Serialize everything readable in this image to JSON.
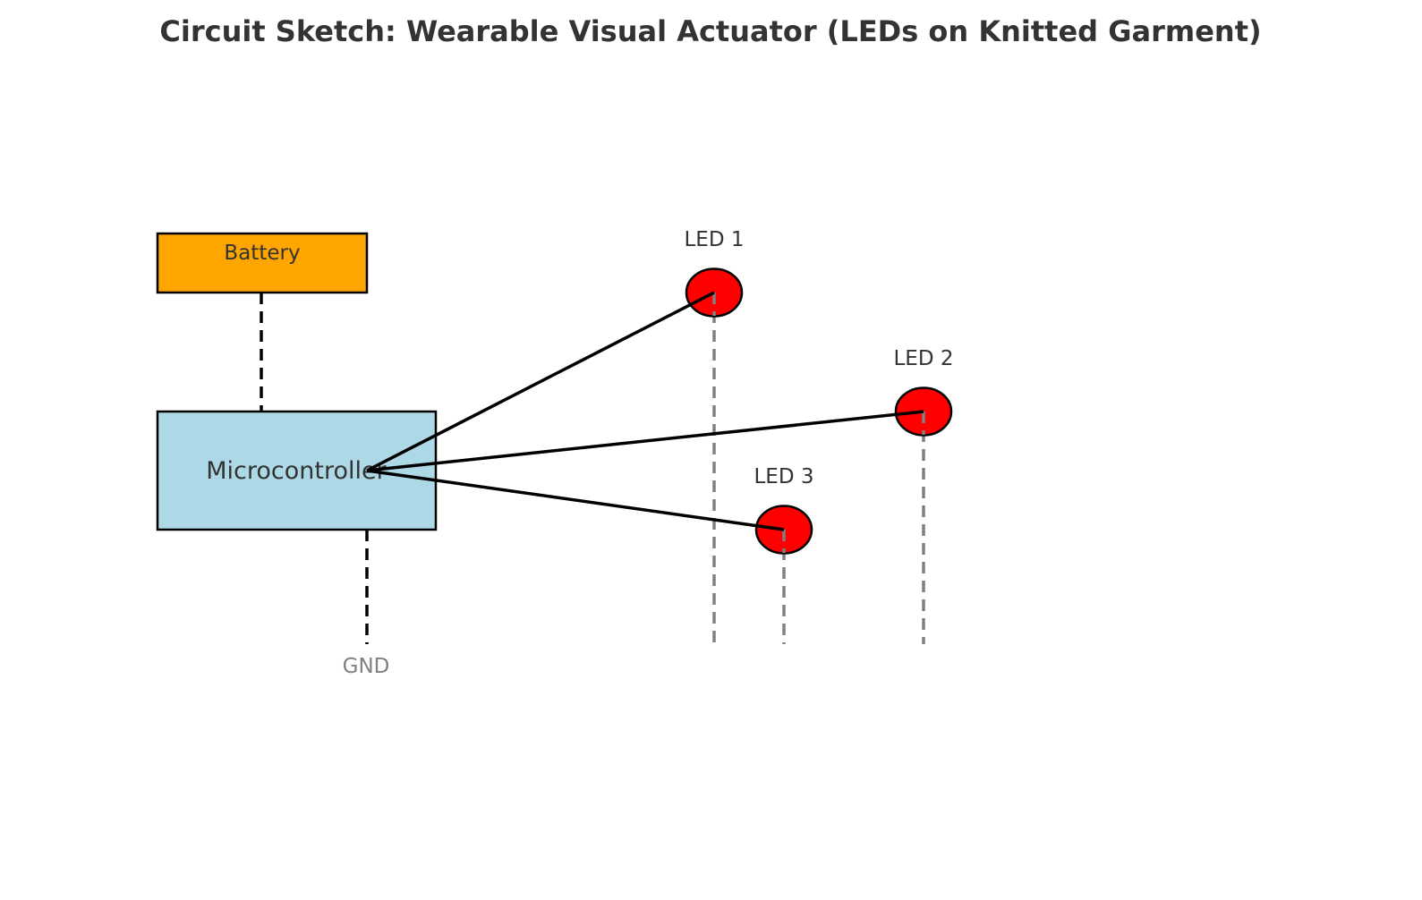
{
  "title": "Circuit Sketch: Wearable Visual Actuator (LEDs on Knitted Garment)",
  "components": {
    "battery": {
      "label": "Battery",
      "color": "#ffa500"
    },
    "microcontroller": {
      "label": "Microcontroller",
      "color": "#add8e6"
    },
    "ground": {
      "label": "GND"
    }
  },
  "leds": [
    {
      "label": "LED 1",
      "color": "#ff0000"
    },
    {
      "label": "LED 2",
      "color": "#ff0000"
    },
    {
      "label": "LED 3",
      "color": "#ff0000"
    }
  ],
  "wire_colors": {
    "signal": "#000000",
    "power": "#000000",
    "ground": "#808080"
  }
}
